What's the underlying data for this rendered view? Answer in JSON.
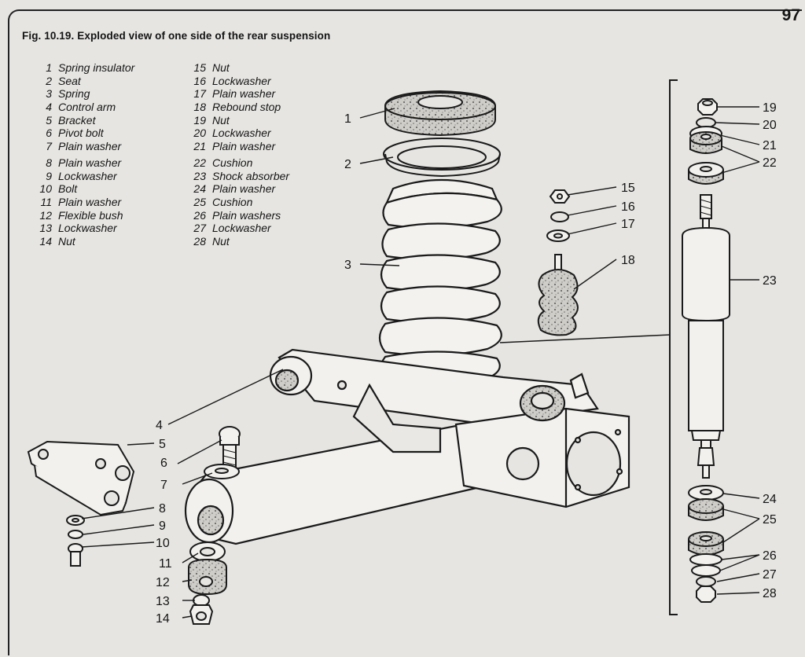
{
  "page_number": "97",
  "caption": "Fig. 10.19. Exploded view of one side of the rear suspension",
  "legend_left": [
    {
      "num": "1",
      "label": "Spring insulator"
    },
    {
      "num": "2",
      "label": "Seat"
    },
    {
      "num": "3",
      "label": "Spring"
    },
    {
      "num": "4",
      "label": "Control arm"
    },
    {
      "num": "5",
      "label": "Bracket"
    },
    {
      "num": "6",
      "label": "Pivot bolt"
    },
    {
      "num": "7",
      "label": "Plain washer"
    },
    {
      "num": "8",
      "label": "Plain washer"
    },
    {
      "num": "9",
      "label": "Lockwasher"
    },
    {
      "num": "10",
      "label": "Bolt"
    },
    {
      "num": "11",
      "label": "Plain washer"
    },
    {
      "num": "12",
      "label": "Flexible bush"
    },
    {
      "num": "13",
      "label": "Lockwasher"
    },
    {
      "num": "14",
      "label": "Nut"
    }
  ],
  "legend_right": [
    {
      "num": "15",
      "label": "Nut"
    },
    {
      "num": "16",
      "label": "Lockwasher"
    },
    {
      "num": "17",
      "label": "Plain washer"
    },
    {
      "num": "18",
      "label": "Rebound stop"
    },
    {
      "num": "19",
      "label": "Nut"
    },
    {
      "num": "20",
      "label": "Lockwasher"
    },
    {
      "num": "21",
      "label": "Plain washer"
    },
    {
      "num": "22",
      "label": "Cushion"
    },
    {
      "num": "23",
      "label": "Shock absorber"
    },
    {
      "num": "24",
      "label": "Plain washer"
    },
    {
      "num": "25",
      "label": "Cushion"
    },
    {
      "num": "26",
      "label": "Plain washers"
    },
    {
      "num": "27",
      "label": "Lockwasher"
    },
    {
      "num": "28",
      "label": "Nut"
    }
  ],
  "callouts": [
    "1",
    "2",
    "3",
    "4",
    "5",
    "6",
    "7",
    "8",
    "9",
    "10",
    "11",
    "12",
    "13",
    "14",
    "15",
    "16",
    "17",
    "18",
    "19",
    "20",
    "21",
    "22",
    "23",
    "24",
    "25",
    "26",
    "27",
    "28"
  ]
}
